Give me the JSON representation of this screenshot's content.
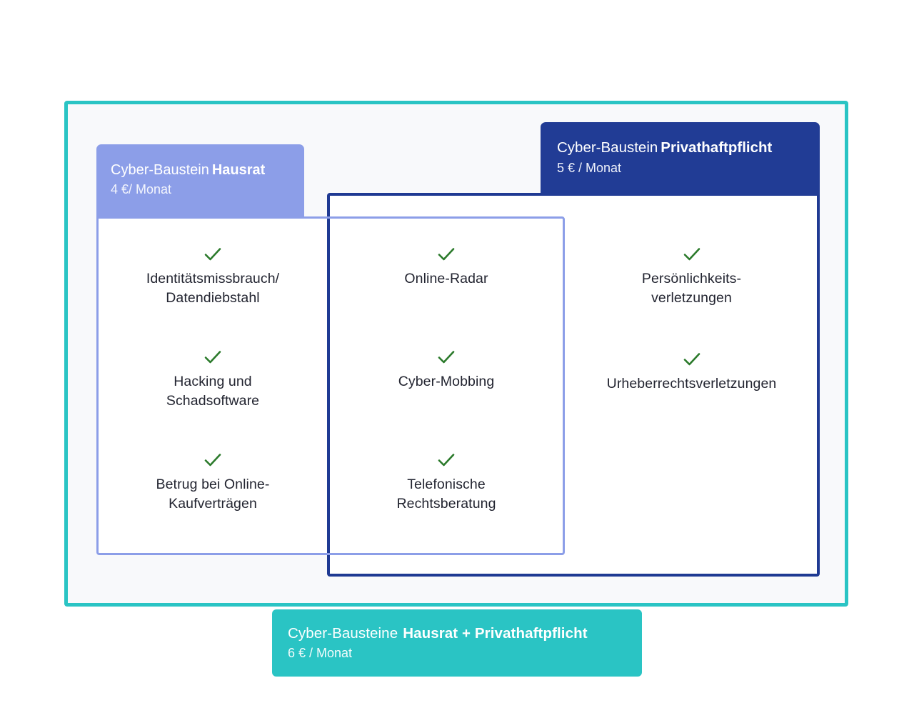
{
  "theme": {
    "teal": "#2ac4c4",
    "periwinkle": "#8c9ee8",
    "navy": "#213c95",
    "navy_border": "#1f3a93",
    "check_green": "#2b7a2b",
    "text_dark": "#222430",
    "stage_bg": "#f8f9fb",
    "page_bg": "#ffffff"
  },
  "modules": {
    "hausrat": {
      "prefix_label": "Cyber-Baustein",
      "name_label": "Hausrat",
      "price_label": "4 €/ Monat",
      "features": [
        {
          "icon": "check-icon",
          "label": "Identitätsmissbrauch/\nDatendiebstahl"
        },
        {
          "icon": "check-icon",
          "label": "Hacking und\nSchadsoftware"
        },
        {
          "icon": "check-icon",
          "label": "Betrug bei Online-\nKaufverträgen"
        }
      ]
    },
    "shared": {
      "features": [
        {
          "icon": "check-icon",
          "label": "Online-Radar"
        },
        {
          "icon": "check-icon",
          "label": "Cyber-Mobbing"
        },
        {
          "icon": "check-icon",
          "label": "Telefonische\nRechtsberatung"
        }
      ]
    },
    "privathaftpflicht": {
      "prefix_label": "Cyber-Baustein",
      "name_label": "Privathaftpflicht",
      "price_label": "5 € / Monat",
      "features": [
        {
          "icon": "check-icon",
          "label": "Persönlichkeits-\nverletzungen"
        },
        {
          "icon": "check-icon",
          "label": "Urheberrechtsverletzungen"
        }
      ]
    },
    "combined": {
      "prefix_label": "Cyber-Bausteine",
      "name_label": "Hausrat + Privathaftpflicht",
      "price_label": "6 € / Monat"
    }
  }
}
